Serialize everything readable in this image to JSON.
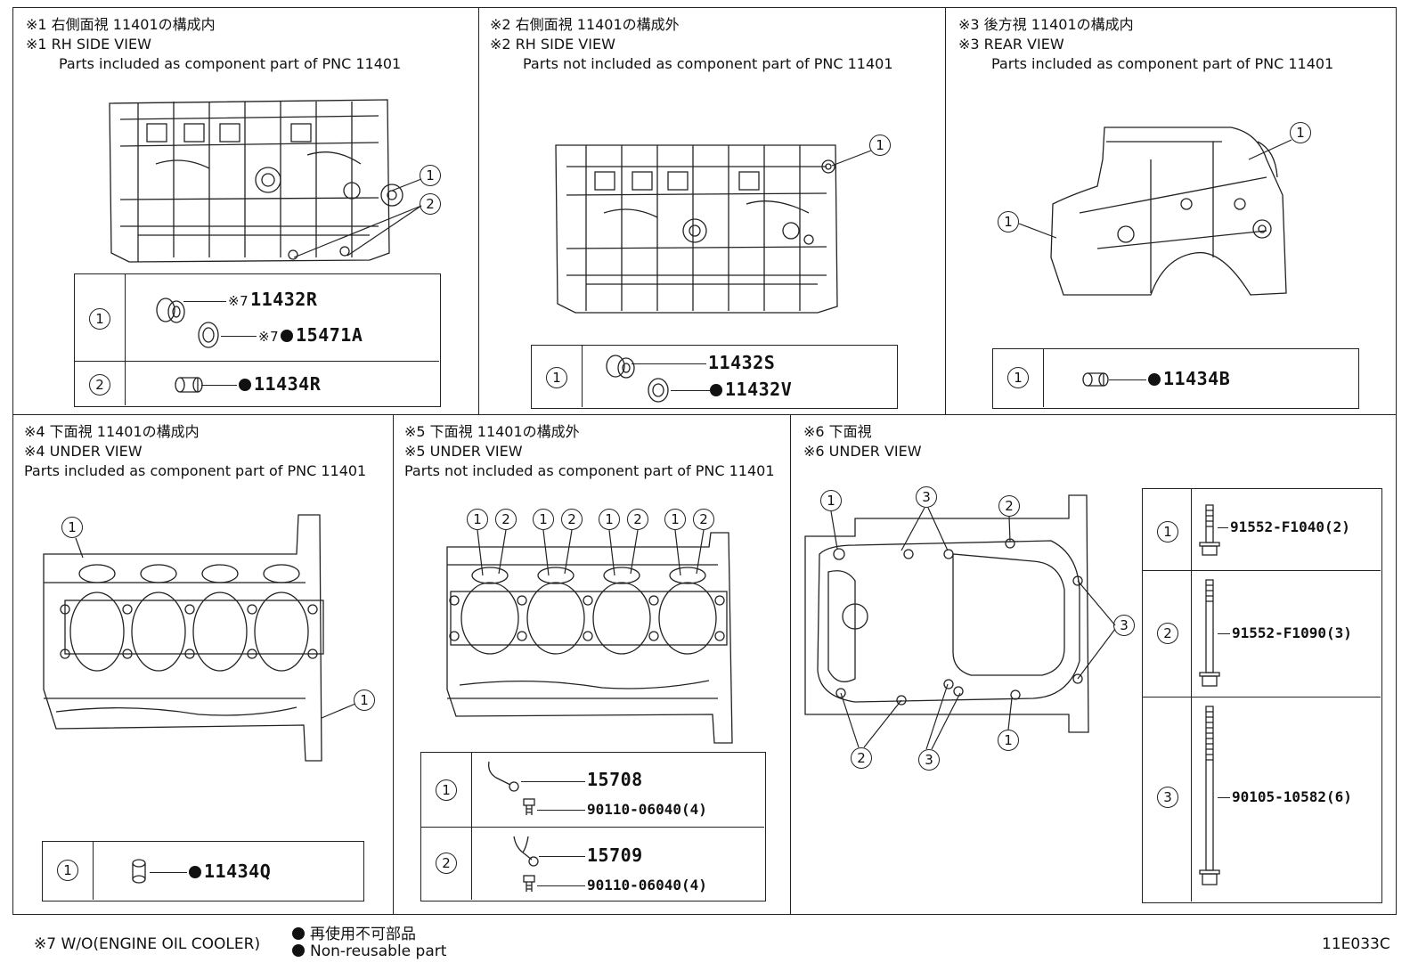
{
  "panels": {
    "p1": {
      "jp": "※1 右側面視 11401の構成内",
      "en": "※1 RH SIDE VIEW",
      "desc": "Parts included as component part of PNC 11401"
    },
    "p2": {
      "jp": "※2 右側面視 11401の構成外",
      "en": "※2 RH SIDE VIEW",
      "desc": "Parts not included as component part of PNC 11401"
    },
    "p3": {
      "jp": "※3 後方視 11401の構成内",
      "en": "※3 REAR VIEW",
      "desc": "Parts included as component part of PNC 11401"
    },
    "p4": {
      "jp": "※4 下面視 11401の構成内",
      "en": "※4 UNDER VIEW",
      "desc": "Parts included as component part of PNC 11401"
    },
    "p5": {
      "jp": "※5 下面視 11401の構成外",
      "en": "※5 UNDER VIEW",
      "desc": "Parts not included as component part of PNC 11401"
    },
    "p6": {
      "jp": "※6 下面視",
      "en": "※6 UNDER VIEW"
    }
  },
  "callouts": {
    "one": "1",
    "two": "2",
    "three": "3"
  },
  "parts": {
    "p1_a": "11432R",
    "p1_a_note": "※7",
    "p1_b": "15471A",
    "p1_b_note": "※7",
    "p1_c": "11434R",
    "p2_a": "11432S",
    "p2_b": "11432V",
    "p3_a": "11434B",
    "p4_a": "11434Q",
    "p5_a": "15708",
    "p5_a_bolt": "90110-06040(4)",
    "p5_b": "15709",
    "p5_b_bolt": "90110-06040(4)",
    "p6_a": "91552-F1040(2)",
    "p6_b": "91552-F1090(3)",
    "p6_c": "90105-10582(6)"
  },
  "footer": {
    "note": "※7 W/O(ENGINE OIL COOLER)",
    "legend_jp": "再使用不可部品",
    "legend_en": "Non-reusable part",
    "code": "11E033C"
  }
}
